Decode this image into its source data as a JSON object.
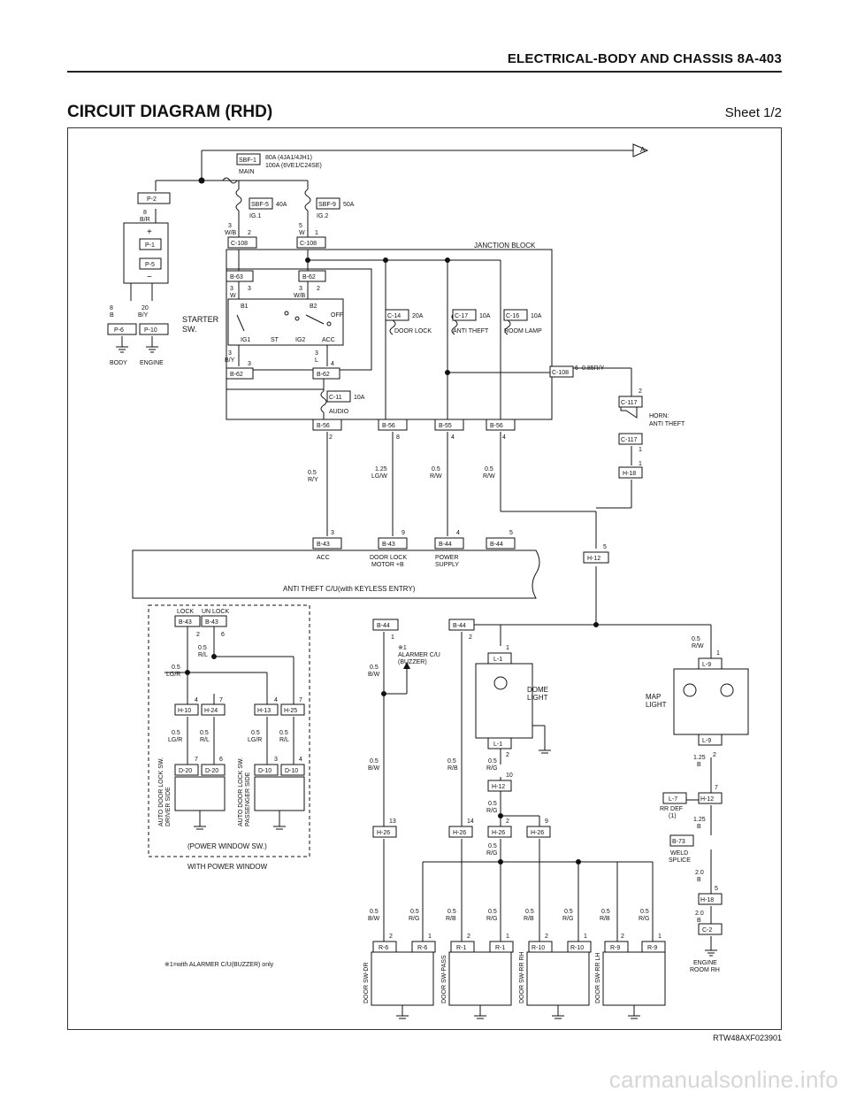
{
  "header": {
    "section_title": "ELECTRICAL-BODY AND CHASSIS  8A-403"
  },
  "page": {
    "title": "CIRCUIT DIAGRAM (RHD)",
    "sheet": "Sheet 1/2"
  },
  "diagram": {
    "reference_code": "RTW48AXF023901",
    "arrow_label": "A",
    "fuses": {
      "main_id": "SBF-1",
      "main_label": "MAIN",
      "main_rating_a": "80A (4JA1/4JH1)",
      "main_rating_b": "100A (6VE1/C24SE)",
      "ig1_id": "SBF-5",
      "ig1_rating": "40A",
      "ig1_label": "IG.1",
      "ig2_id": "SBF-9",
      "ig2_rating": "50A",
      "ig2_label": "IG.2",
      "c14": "C-14",
      "c14_rating": "20A",
      "c14_label": "DOOR LOCK",
      "c17": "C-17",
      "c17_rating": "10A",
      "c17_label": "ANTI THEFT",
      "c16": "C-16",
      "c16_rating": "10A",
      "c16_label": "ROOM LAMP",
      "c11": "C-11",
      "c11_rating": "10A",
      "c11_label": "AUDIO"
    },
    "junction_block": "JANCTION BLOCK",
    "battery": {
      "p2": "P-2",
      "p1": "P-1",
      "p5": "P-5",
      "p6": "P-6",
      "p10": "P-10",
      "w1_size": "8",
      "w1_color": "B/R",
      "w2_size": "8",
      "w2_color": "B",
      "w3_size": "20",
      "w3_color": "B/Y",
      "body": "BODY",
      "engine": "ENGINE",
      "plus": "+",
      "minus": "−"
    },
    "starter": {
      "label_1": "STARTER",
      "label_2": "SW.",
      "b1": "B1",
      "b2": "B2",
      "off": "OFF",
      "ig1": "IG1",
      "st": "ST",
      "ig2": "IG2",
      "acc": "ACC",
      "c108a": "C-108",
      "c108b": "C-108",
      "c108_pin_a": "2",
      "c108_pin_b": "1",
      "b63": "B-63",
      "b62": "B-62",
      "b63_pin": "3",
      "b62_pin": "2",
      "w_a_size": "3",
      "w_a_color": "W/B",
      "w_b_size": "5",
      "w_b_color": "W",
      "w_c_size": "3",
      "w_c_color": "W",
      "w_d_size": "3",
      "w_d_color": "W/B",
      "w_e_size": "3",
      "w_e_color": "B/Y",
      "w_f_size": "3",
      "w_f_color": "L",
      "b62_l": "B-62",
      "b62_r": "B-62",
      "b62_l_pin": "3",
      "b62_r_pin": "4"
    },
    "horn": {
      "c108": "C-108",
      "c108_pin": "6",
      "wire": "0.85R/Y",
      "c117_top": "C-117",
      "c117_top_pin": "2",
      "c117_bot": "C-117",
      "c117_bot_pin": "1",
      "label_1": "HORN:",
      "label_2": "ANTI THEFT",
      "h18": "H-18",
      "h18_pin": "1"
    },
    "jb_outputs": [
      {
        "conn": "B-56",
        "pin": "2",
        "size": "0.5",
        "color": "R/Y"
      },
      {
        "conn": "B-56",
        "pin": "8",
        "size": "1.25",
        "color": "LG/W"
      },
      {
        "conn": "B-55",
        "pin": "4",
        "size": "0.5",
        "color": "R/W"
      },
      {
        "conn": "B-56",
        "pin": "4",
        "size": "0.5",
        "color": "R/W"
      }
    ],
    "cu": {
      "label": "ANTI THEFT C/U(with KEYLESS ENTRY)",
      "inputs": [
        {
          "conn": "B-43",
          "pin": "3",
          "label": "ACC"
        },
        {
          "conn": "B-43",
          "pin": "9",
          "label": "DOOR LOCK",
          "label2": "MOTOR +B"
        },
        {
          "conn": "B-44",
          "pin": "4",
          "label": "POWER",
          "label2": "SUPPLY"
        },
        {
          "conn": "B-44",
          "pin": "5",
          "label": ""
        }
      ],
      "h12": "H-12",
      "h12_pin": "5"
    },
    "power_window": {
      "lock": "LOCK",
      "unlock": "UN LOCK",
      "b43a": "B-43",
      "b43b": "B-43",
      "b43a_pin": "2",
      "b43b_pin": "6",
      "w1_size": "0.5",
      "w1_color": "LG/R",
      "w2_size": "0.5",
      "w2_color": "R/L",
      "h10": "H-10",
      "h24": "H-24",
      "h13": "H-13",
      "h25": "H-25",
      "h10_pin": "4",
      "h24_pin": "7",
      "h13_pin": "4",
      "h25_pin": "7",
      "w3_size": "0.5",
      "w3_color": "LG/R",
      "w4_size": "0.5",
      "w4_color": "R/L",
      "w5_size": "0.5",
      "w5_color": "LG/R",
      "w6_size": "0.5",
      "w6_color": "R/L",
      "d20a": "D-20",
      "d20b": "D-20",
      "d20a_pin": "7",
      "d20b_pin": "6",
      "d10a": "D-10",
      "d10b": "D-10",
      "d10a_pin": "3",
      "d10b_pin": "4",
      "left_sw_1": "AUTO DOOR LOCK SW.",
      "left_sw_2": "DRIVER SIDE",
      "right_sw_1": "AUTO DOOR LOCK SW.",
      "right_sw_2": "PASSENGER SIDE",
      "box_label": "(POWER WINDOW SW.)",
      "with_label": "WITH POWER WINDOW"
    },
    "alarmer": {
      "b44a": "B-44",
      "b44a_pin": "1",
      "b44b": "B-44",
      "b44b_pin": "2",
      "note_mark": "※1",
      "label_1": "ALARMER C/U",
      "label_2": "(BUZZER)",
      "w1_size": "0.5",
      "w1_color": "B/W",
      "w2_size": "0.5",
      "w2_color": "B/W",
      "w3_size": "0.5",
      "w3_color": "R/B"
    },
    "dome": {
      "l1_top": "L-1",
      "l1_top_pin": "1",
      "l1_bot": "L-1",
      "l1_bot_pin": "2",
      "label_1": "DOME",
      "label_2": "LIGHT",
      "w_size": "0.5",
      "w_color": "R/G",
      "h12": "H-12",
      "h12_pin": "10",
      "w2_size": "0.5",
      "w2_color": "R/G"
    },
    "map": {
      "w_size": "0.5",
      "w_color": "R/W",
      "l9_top": "L-9",
      "l9_top_pin": "1",
      "label_1": "MAP",
      "label_2": "LIGHT",
      "l9_bot": "L-9",
      "l9_bot_pin": "2",
      "w2_size": "1.25",
      "w2_color": "B",
      "l7": "L-7",
      "h12": "H-12",
      "h12_pin": "7",
      "rr_def_1": "RR DEF",
      "rr_def_2": "(1)",
      "w3_size": "1.25",
      "w3_color": "B",
      "b73": "B-73",
      "weld_1": "WELD",
      "weld_2": "SPLICE",
      "w4_size": "2.0",
      "w4_color": "B",
      "h18": "H-18",
      "h18_pin": "5",
      "w5_size": "2.0",
      "w5_color": "B",
      "c2": "C-2",
      "ground_1": "ENGINE",
      "ground_2": "ROOM RH"
    },
    "h26": [
      {
        "conn": "H-26",
        "pin": "13"
      },
      {
        "conn": "H-26",
        "pin": "14"
      },
      {
        "conn": "H-26",
        "pin": "2"
      },
      {
        "conn": "H-26",
        "pin": "9"
      }
    ],
    "h26_wire": {
      "size": "0.5",
      "color": "R/G"
    },
    "door_switches": [
      {
        "label": "DOOR SW-DR",
        "conn": "R-6",
        "w1_size": "0.5",
        "w1_color": "B/W",
        "w2_size": "0.5",
        "w2_color": "R/G"
      },
      {
        "label": "DOOR SW-PASS",
        "conn": "R-1",
        "w1_size": "0.5",
        "w1_color": "R/B",
        "w2_size": "0.5",
        "w2_color": "R/G"
      },
      {
        "label": "DOOR SW-RR RH",
        "conn": "R-10",
        "w1_size": "0.5",
        "w1_color": "R/B",
        "w2_size": "0.5",
        "w2_color": "R/G"
      },
      {
        "label": "DOOR SW-RR LH",
        "conn": "R-9",
        "w1_size": "0.5",
        "w1_color": "R/B",
        "w2_size": "0.5",
        "w2_color": "R/G"
      }
    ],
    "door_pins": {
      "left": "2",
      "right": "1"
    },
    "footnote": "※1=with ALARMER C/U(BUZZER) only"
  },
  "watermark": "carmanualsonline.info"
}
